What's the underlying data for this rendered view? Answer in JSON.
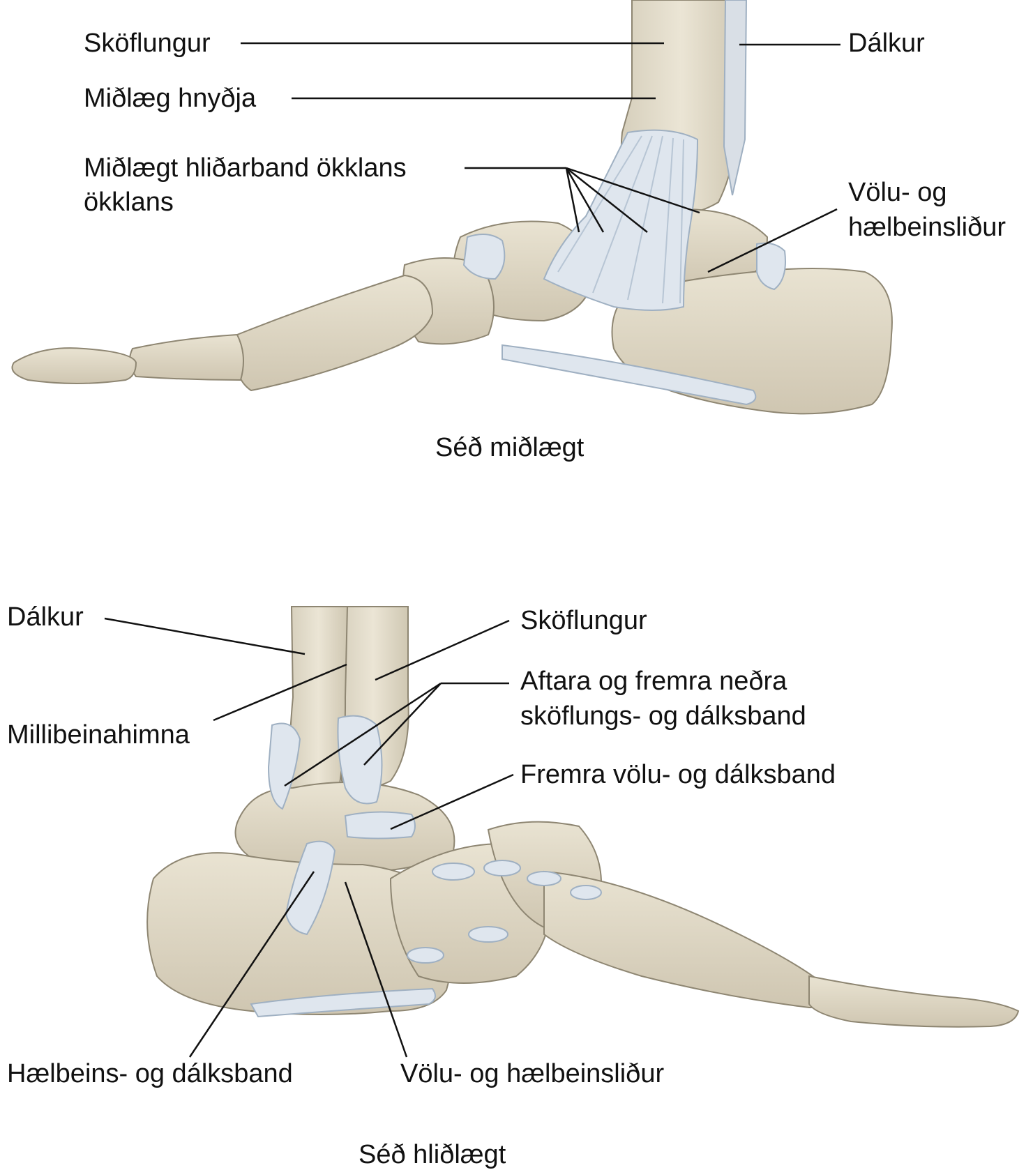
{
  "colors": {
    "bone": "#ddd6c4",
    "bone_light": "#ebe6d7",
    "bone_shadow": "#b9b09b",
    "bone_outline": "#8e8672",
    "ligament": "#dfe6ee",
    "ligament_stroke": "#9fb0c2",
    "leader_line": "#111111"
  },
  "medial_view": {
    "caption": "Séð miðlægt",
    "labels": {
      "tibia": "Sköflungur",
      "fibula": "Dálkur",
      "medial_malleolus": "Miðlæg hnyðja",
      "deltoid_line1": "Miðlægt hliðarband ökklans",
      "deltoid_line2": "ökklans",
      "subtalar_line1": "Völu- og",
      "subtalar_line2": "hælbeinsliður"
    }
  },
  "lateral_view": {
    "caption": "Séð hliðlægt",
    "labels": {
      "fibula": "Dálkur",
      "tibia": "Sköflungur",
      "tibiofibular_line1": "Aftara og fremra neðra",
      "tibiofibular_line2": "sköflungs- og dálksband",
      "interosseous": "Millibeinahimna",
      "anterior_talofibular": "Fremra völu- og dálksband",
      "calcaneofibular": "Hælbeins- og dálksband",
      "subtalar": "Völu- og hælbeinsliður"
    }
  }
}
